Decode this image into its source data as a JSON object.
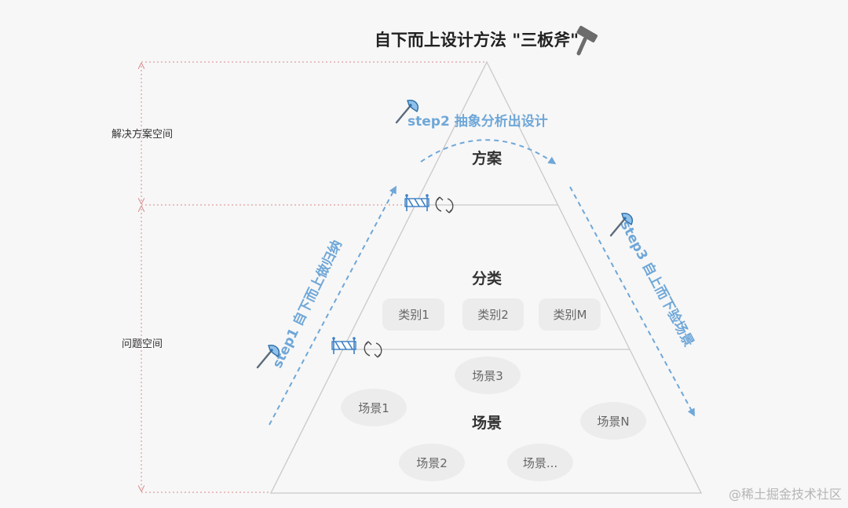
{
  "title": "自下而上设计方法 \"三板斧\"",
  "side_labels": {
    "solution_space": "解决方案空间",
    "problem_space": "问题空间"
  },
  "tiers": {
    "solution": "方案",
    "category": "分类",
    "scene": "场景"
  },
  "steps": {
    "step1": "step1 自下而上做归纳",
    "step2": "step2 抽象分析出设计",
    "step3": "step3 自上而下验场景"
  },
  "category_pills": [
    "类别1",
    "类别2",
    "类别M"
  ],
  "scene_pills": [
    "场景3",
    "场景1",
    "场景N",
    "场景2",
    "场景..."
  ],
  "watermark": "@稀土掘金技术社区",
  "colors": {
    "accent_blue": "#6fa7d8",
    "guide_red": "#d98a8a",
    "pyramid_line": "#c9c9c9",
    "pill_bg": "#ececec"
  },
  "icons": [
    "axe-icon",
    "hammer-icon",
    "barrier-icon",
    "refresh-icon"
  ]
}
